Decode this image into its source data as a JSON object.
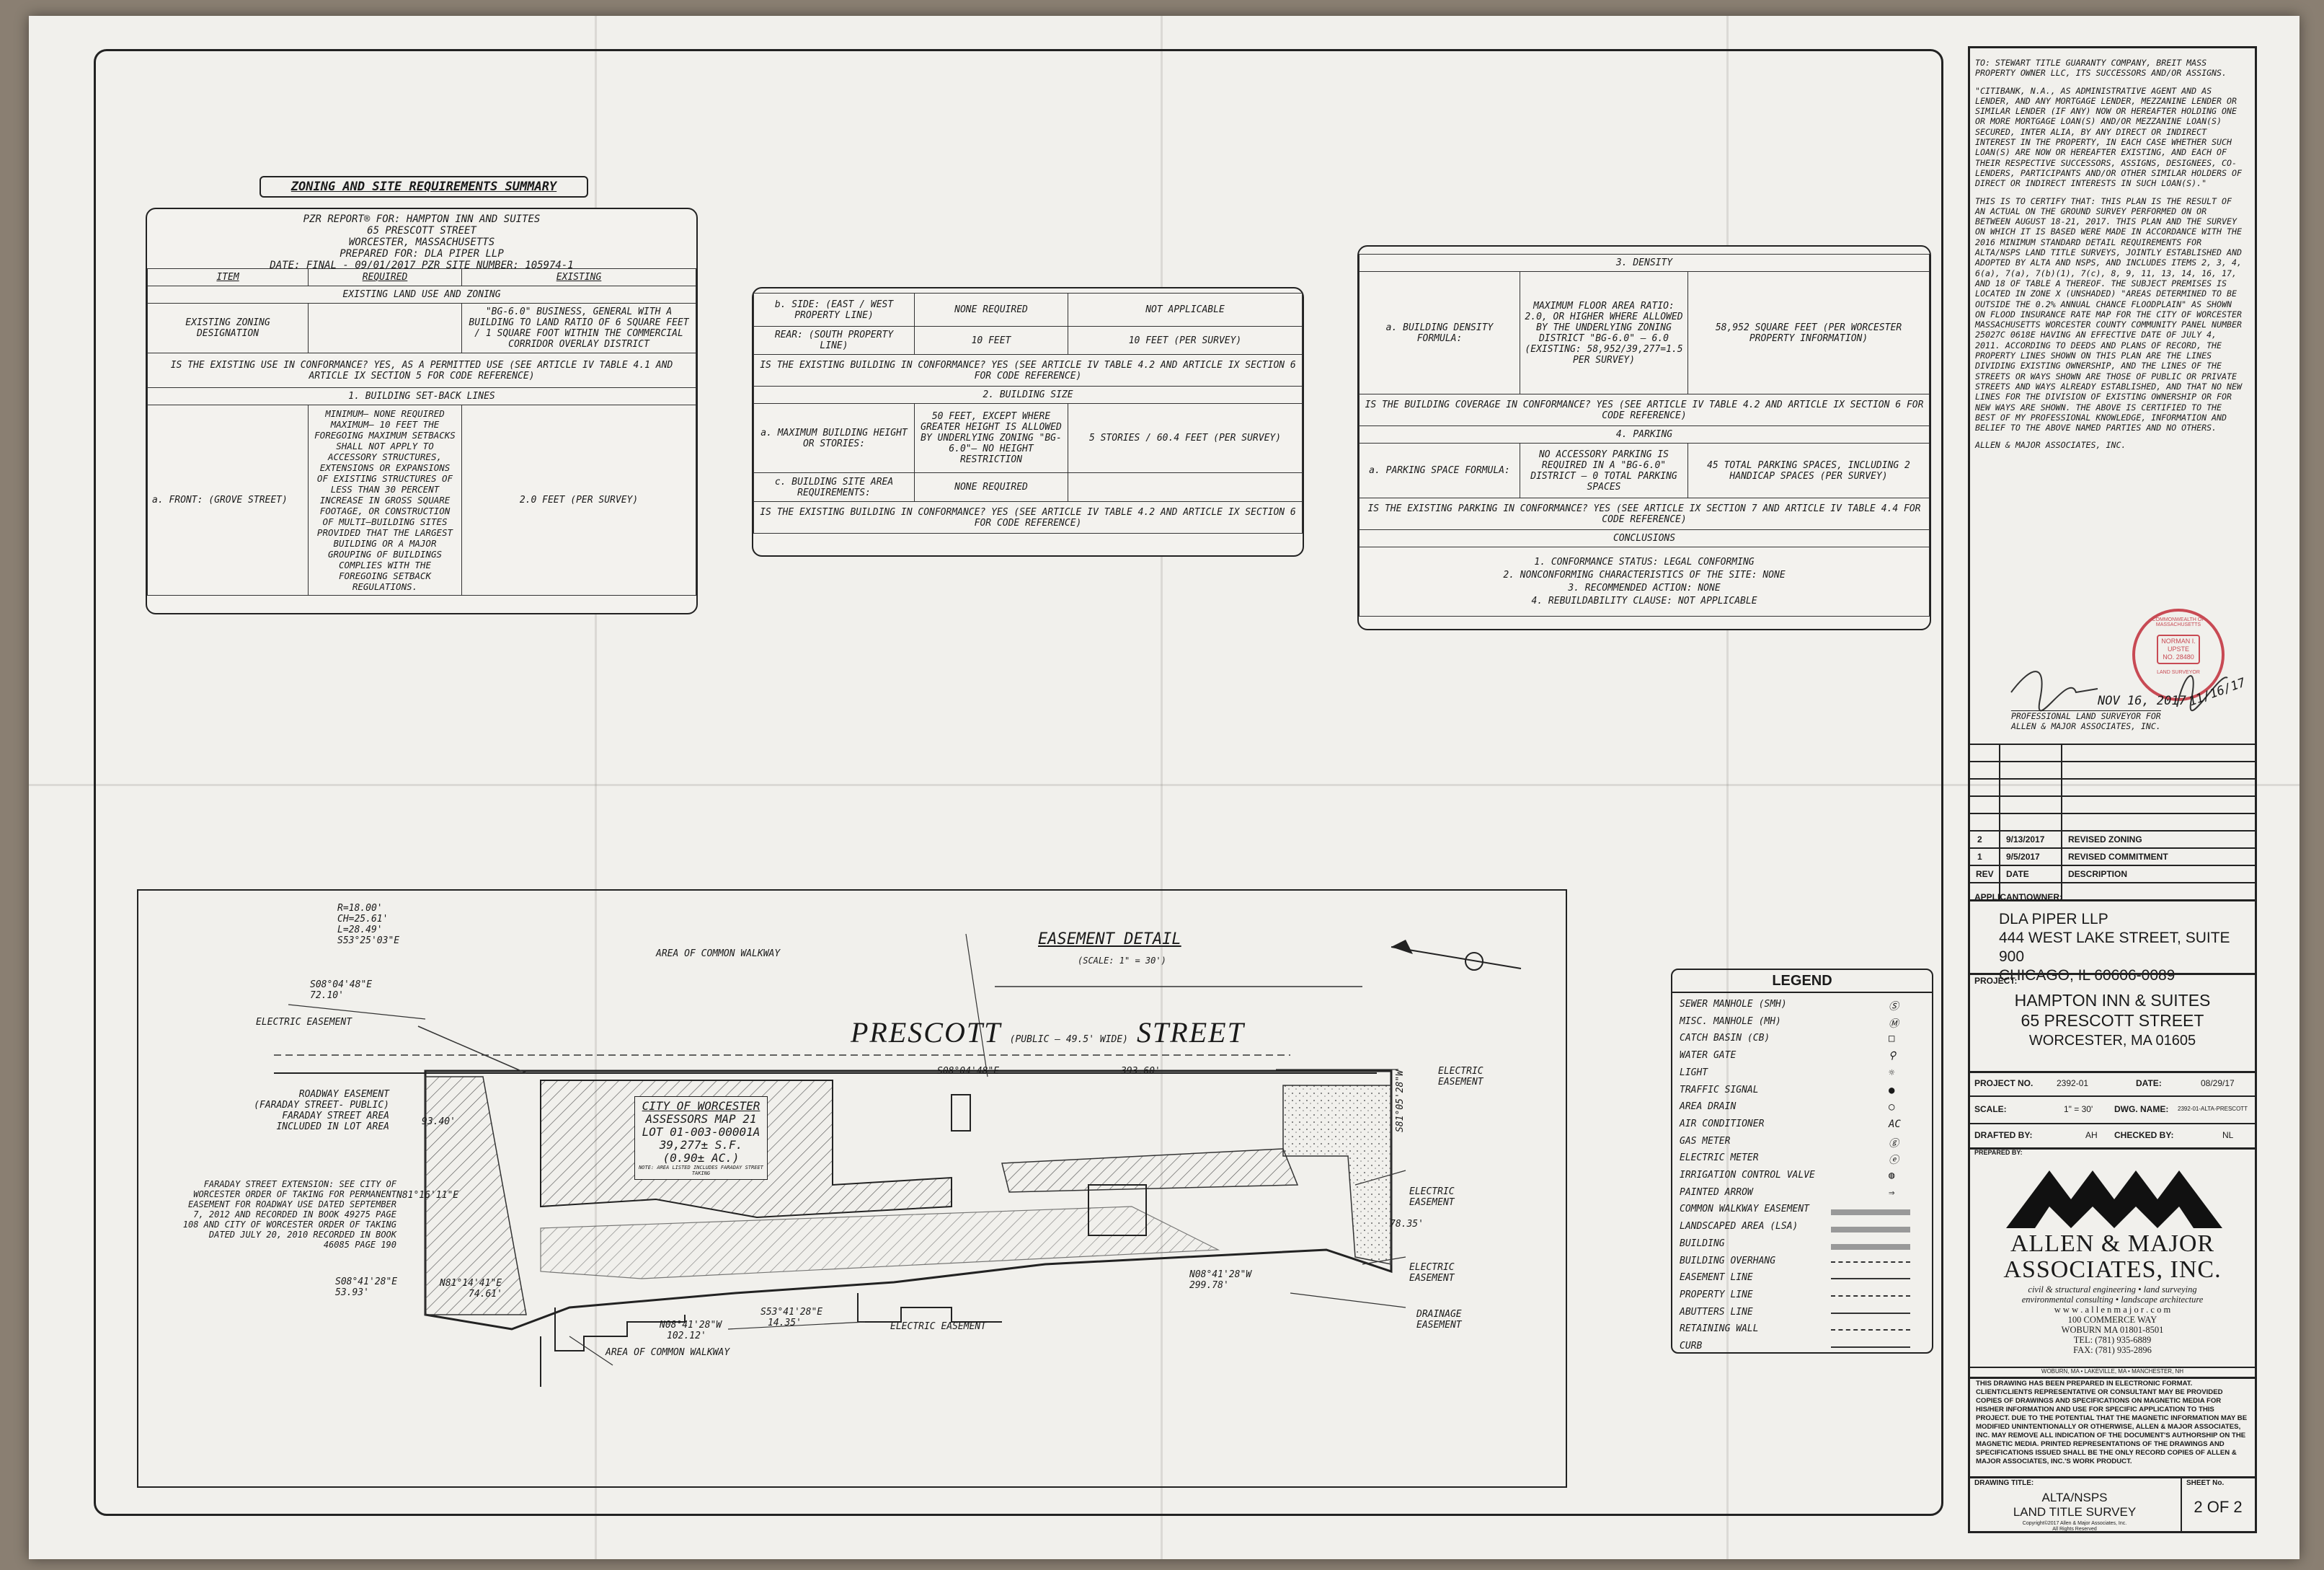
{
  "zoning": {
    "title": "ZONING AND SITE REQUIREMENTS SUMMARY",
    "report_lines": [
      "PZR REPORT® FOR: HAMPTON INN AND SUITES",
      "65 PRESCOTT STREET",
      "WORCESTER, MASSACHUSETTS",
      "PREPARED FOR: DLA PIPER LLP",
      "DATE: FINAL - 09/01/2017 PZR SITE NUMBER: 105974-1"
    ],
    "col_item": "ITEM",
    "col_required": "REQUIRED",
    "col_existing": "EXISTING",
    "sec_land_use": "EXISTING LAND USE AND ZONING",
    "zoning_designation_label": "EXISTING ZONING DESIGNATION",
    "zoning_designation_value": "\"BG-6.0\" BUSINESS, GENERAL WITH A BUILDING TO LAND RATIO OF 6 SQUARE FEET / 1 SQUARE FOOT WITHIN THE COMMERCIAL CORRIDOR OVERLAY DISTRICT",
    "conformance_use": "IS THE EXISTING USE IN CONFORMANCE? YES, AS A PERMITTED USE (SEE ARTICLE IV TABLE 4.1 AND ARTICLE IX SECTION 5 FOR CODE REFERENCE)",
    "sec_setback": "1. BUILDING SET-BACK LINES",
    "front_label": "a. FRONT: (GROVE STREET)",
    "front_required": "MINIMUM– NONE REQUIRED MAXIMUM– 10 FEET THE FOREGOING MAXIMUM SETBACKS SHALL NOT APPLY TO ACCESSORY STRUCTURES, EXTENSIONS OR EXPANSIONS OF EXISTING STRUCTURES OF LESS THAN 30 PERCENT INCREASE IN GROSS SQUARE FOOTAGE, OR CONSTRUCTION OF MULTI–BUILDING SITES PROVIDED THAT THE LARGEST BUILDING OR A MAJOR GROUPING OF BUILDINGS COMPLIES WITH THE FOREGOING SETBACK REGULATIONS.",
    "front_existing": "2.0 FEET (PER SURVEY)",
    "side_label": "b. SIDE: (EAST / WEST PROPERTY LINE)",
    "side_required": "NONE REQUIRED",
    "side_existing": "NOT APPLICABLE",
    "rear_label": "REAR: (SOUTH PROPERTY LINE)",
    "rear_required": "10 FEET",
    "rear_existing": "10 FEET (PER SURVEY)",
    "conformance_building": "IS THE EXISTING BUILDING IN CONFORMANCE? YES (SEE ARTICLE IV TABLE 4.2 AND ARTICLE IX SECTION 6 FOR CODE REFERENCE)",
    "sec_size": "2. BUILDING SIZE",
    "height_label": "a. MAXIMUM BUILDING HEIGHT OR STORIES:",
    "height_required": "50 FEET, EXCEPT WHERE GREATER HEIGHT IS ALLOWED BY UNDERLYING ZONING \"BG-6.0\"– NO HEIGHT RESTRICTION",
    "height_existing": "5 STORIES / 60.4 FEET (PER SURVEY)",
    "site_area_label": "c. BUILDING SITE AREA REQUIREMENTS:",
    "site_area_required": "NONE REQUIRED",
    "conformance_building2": "IS THE EXISTING BUILDING IN CONFORMANCE? YES (SEE ARTICLE IV TABLE 4.2 AND ARTICLE IX SECTION 6 FOR CODE REFERENCE)",
    "sec_density": "3. DENSITY",
    "density_label": "a. BUILDING DENSITY FORMULA:",
    "density_required": "MAXIMUM FLOOR AREA RATIO: 2.0, OR HIGHER WHERE ALLOWED BY THE UNDERLYING ZONING DISTRICT \"BG-6.0\" – 6.0 (EXISTING: 58,952/39,277=1.5 PER SURVEY)",
    "density_existing": "58,952 SQUARE FEET (PER WORCESTER PROPERTY INFORMATION)",
    "conformance_coverage": "IS THE BUILDING COVERAGE IN CONFORMANCE? YES (SEE ARTICLE IV TABLE 4.2 AND ARTICLE IX SECTION 6 FOR CODE REFERENCE)",
    "sec_parking": "4. PARKING",
    "parking_label": "a. PARKING SPACE FORMULA:",
    "parking_required": "NO ACCESSORY PARKING IS REQUIRED IN A \"BG-6.0\" DISTRICT – 0 TOTAL PARKING SPACES",
    "parking_existing": "45 TOTAL PARKING SPACES, INCLUDING 2 HANDICAP SPACES (PER SURVEY)",
    "conformance_parking": "IS THE EXISTING PARKING IN CONFORMANCE? YES (SEE ARTICLE IX SECTION 7 AND ARTICLE IV TABLE 4.4 FOR CODE REFERENCE)",
    "sec_conclusions": "CONCLUSIONS",
    "conclusions": [
      "1. CONFORMANCE STATUS: LEGAL CONFORMING",
      "2. NONCONFORMING CHARACTERISTICS OF THE SITE: NONE",
      "3. RECOMMENDED ACTION: NONE",
      "4. REBUILDABILITY CLAUSE: NOT APPLICABLE"
    ]
  },
  "certification": {
    "paragraphs": [
      "TO: STEWART TITLE GUARANTY COMPANY, BREIT MASS PROPERTY OWNER LLC, ITS SUCCESSORS AND/OR ASSIGNS.",
      "\"CITIBANK, N.A., AS ADMINISTRATIVE AGENT AND AS LENDER, AND ANY MORTGAGE LENDER, MEZZANINE LENDER OR SIMILAR LENDER (IF ANY) NOW OR HEREAFTER HOLDING ONE OR MORE MORTGAGE LOAN(S) AND/OR MEZZANINE LOAN(S) SECURED, INTER ALIA, BY ANY DIRECT OR INDIRECT INTEREST IN THE PROPERTY, IN EACH CASE WHETHER SUCH LOAN(S) ARE NOW OR HEREAFTER EXISTING, AND EACH OF THEIR RESPECTIVE SUCCESSORS, ASSIGNS, DESIGNEES, CO-LENDERS, PARTICIPANTS AND/OR OTHER SIMILAR HOLDERS OF DIRECT OR INDIRECT INTERESTS IN SUCH LOAN(S).\"",
      "THIS IS TO CERTIFY THAT: THIS PLAN IS THE RESULT OF AN ACTUAL ON THE GROUND SURVEY PERFORMED ON OR BETWEEN AUGUST 18-21, 2017. THIS PLAN AND THE SURVEY ON WHICH IT IS BASED WERE MADE IN ACCORDANCE WITH THE 2016 MINIMUM STANDARD DETAIL REQUIREMENTS FOR ALTA/NSPS LAND TITLE SURVEYS, JOINTLY ESTABLISHED AND ADOPTED BY ALTA AND NSPS, AND INCLUDES ITEMS 2, 3, 4, 6(a), 7(a), 7(b)(1), 7(c), 8, 9, 11, 13, 14, 16, 17, AND 18 OF TABLE A THEREOF. THE SUBJECT PREMISES IS LOCATED IN ZONE X (UNSHADED) \"AREAS DETERMINED TO BE OUTSIDE THE 0.2% ANNUAL CHANCE FLOODPLAIN\" AS SHOWN ON FLOOD INSURANCE RATE MAP FOR THE CITY OF WORCESTER MASSACHUSETTS WORCESTER COUNTY COMMUNITY PANEL NUMBER 25027C 0618E HAVING AN EFFECTIVE DATE OF JULY 4, 2011. ACCORDING TO DEEDS AND PLANS OF RECORD, THE PROPERTY LINES SHOWN ON THIS PLAN ARE THE LINES DIVIDING EXISTING OWNERSHIP, AND THE LINES OF THE STREETS OR WAYS SHOWN ARE THOSE OF PUBLIC OR PRIVATE STREETS AND WAYS ALREADY ESTABLISHED, AND THAT NO NEW LINES FOR THE DIVISION OF EXISTING OWNERSHIP OR FOR NEW WAYS ARE SHOWN. THE ABOVE IS CERTIFIED TO THE BEST OF MY PROFESSIONAL KNOWLEDGE, INFORMATION AND BELIEF TO THE ABOVE NAMED PARTIES AND NO OTHERS.",
      "ALLEN & MAJOR ASSOCIATES, INC."
    ],
    "seal_lines": [
      "COMMONWEALTH OF MASSACHUSETTS",
      "NORMAN I.",
      "UPSTE",
      "NO. 28480",
      "LAND SURVEYOR"
    ],
    "signature_date": "NOV 16, 2017",
    "signature_date2": "11/16/17",
    "surveyor_line1": "PROFESSIONAL LAND SURVEYOR FOR",
    "surveyor_line2": "ALLEN & MAJOR ASSOCIATES, INC."
  },
  "revisions": {
    "rows": [
      {
        "rev": "2",
        "date": "9/13/2017",
        "desc": "REVISED ZONING"
      },
      {
        "rev": "1",
        "date": "9/5/2017",
        "desc": "REVISED COMMITMENT"
      }
    ],
    "h_rev": "REV",
    "h_date": "DATE",
    "h_desc": "DESCRIPTION"
  },
  "titleblock": {
    "applicant_label": "APPLICANT\\OWNER:",
    "applicant_lines": [
      "DLA PIPER LLP",
      "444 WEST LAKE STREET, SUITE 900",
      "CHICAGO, IL 60606-0089"
    ],
    "project_label": "PROJECT:",
    "project_lines": [
      "HAMPTON INN & SUITES",
      "65 PRESCOTT STREET",
      "WORCESTER, MA 01605"
    ],
    "project_no_label": "PROJECT NO.",
    "project_no": "2392-01",
    "date_label": "DATE:",
    "date": "08/29/17",
    "scale_label": "SCALE:",
    "scale": "1\" = 30'",
    "dwg_label": "DWG. NAME:",
    "dwg": "2392-01-ALTA-PRESCOTT",
    "drafted_label": "DRAFTED BY:",
    "drafted": "AH",
    "checked_label": "CHECKED BY:",
    "checked": "NL",
    "prepared_label": "PREPARED BY:",
    "firm_line1": "ALLEN & MAJOR",
    "firm_line2": "ASSOCIATES, INC.",
    "firm_services1": "civil & structural engineering • land surveying",
    "firm_services2": "environmental consulting • landscape architecture",
    "firm_web": "w w w . a l l e n m a j o r . c o m",
    "firm_address": [
      "100 COMMERCE WAY",
      "WOBURN MA 01801-8501",
      "TEL: (781) 935-6889",
      "FAX: (781) 935-2896"
    ],
    "offices": "WOBURN, MA  •  LAKEVILLE, MA  •  MANCHESTER, NH",
    "disclaimer": "THIS DRAWING HAS BEEN PREPARED IN ELECTRONIC FORMAT. CLIENT/CLIENTS REPRESENTATIVE OR CONSULTANT MAY BE PROVIDED COPIES OF DRAWINGS AND SPECIFICATIONS ON MAGNETIC MEDIA FOR HIS/HER INFORMATION AND USE FOR SPECIFIC APPLICATION TO THIS PROJECT. DUE TO THE POTENTIAL THAT THE MAGNETIC INFORMATION MAY BE MODIFIED UNINTENTIONALLY OR OTHERWISE, ALLEN & MAJOR ASSOCIATES, INC. MAY REMOVE ALL INDICATION OF THE DOCUMENT'S AUTHORSHIP ON THE MAGNETIC MEDIA. PRINTED REPRESENTATIONS OF THE DRAWINGS AND SPECIFICATIONS ISSUED SHALL BE THE ONLY RECORD COPIES OF ALLEN & MAJOR ASSOCIATES, INC.'S WORK PRODUCT.",
    "drawing_title_label": "DRAWING TITLE:",
    "drawing_title": [
      "ALTA/NSPS",
      "LAND TITLE SURVEY"
    ],
    "sheet_label": "SHEET No.",
    "sheet": "2 OF 2",
    "copyright": "Copyright©2017 Allen & Major Associates, Inc.",
    "rights": "All Rights Reserved"
  },
  "easement": {
    "title": "EASEMENT DETAIL",
    "scale": "(SCALE: 1\" = 30')",
    "street_name_left": "PRESCOTT",
    "street_note": "(PUBLIC – 49.5' WIDE)",
    "street_name_right": "STREET",
    "curve": [
      "R=18.00'",
      "CH=25.61'",
      "L=28.49'",
      "S53°25'03\"E"
    ],
    "labels": {
      "common_walkway_top": "AREA OF COMMON WALKWAY",
      "electric_left": "ELECTRIC EASEMENT",
      "roadway": "ROADWAY EASEMENT (FARADAY STREET- PUBLIC) FARADAY STREET AREA INCLUDED IN LOT AREA",
      "faraday_note": "FARADAY STREET EXTENSION: SEE CITY OF WORCESTER ORDER OF TAKING FOR PERMANENT EASEMENT FOR ROADWAY USE DATED SEPTEMBER 7, 2012 AND RECORDED IN BOOK 49275 PAGE 108 AND CITY OF WORCESTER ORDER OF TAKING DATED JULY 20, 2010 RECORDED IN BOOK 46085 PAGE 190",
      "electric_right_top": "ELECTRIC EASEMENT",
      "electric_right_mid": "ELECTRIC EASEMENT",
      "electric_right_low": "ELECTRIC EASEMENT",
      "drainage": "DRAINAGE EASEMENT",
      "electric_bottom": "ELECTRIC EASEMENT",
      "common_walkway_bottom": "AREA OF COMMON WALKWAY"
    },
    "bearings": {
      "b1": "S08°04'48\"E",
      "b1d": "72.10'",
      "b2": "S08°04'48\"E",
      "b2d": "393.60'",
      "b3": "93.40'",
      "b4": "N81°16'11\"E",
      "b5": "S08°41'28\"E",
      "b5d": "53.93'",
      "b6": "N81°14'41\"E",
      "b6d": "74.61'",
      "b7": "N08°41'28\"W",
      "b7d": "102.12'",
      "b8": "S53°41'28\"E",
      "b8d": "14.35'",
      "b9": "N08°41'28\"W",
      "b9d": "299.78'",
      "b10": "S81°05'28\"W",
      "b10d": "78.35'"
    },
    "lot_lines": [
      "CITY OF WORCESTER",
      "ASSESSORS MAP 21",
      "LOT 01-003-00001A",
      "39,277± S.F.",
      "(0.90± AC.)"
    ],
    "lot_note": "NOTE: AREA LISTED INCLUDES FARADAY STREET TAKING"
  },
  "legend": {
    "title": "LEGEND",
    "items": [
      {
        "label": "SEWER MANHOLE (SMH)",
        "sym": "Ⓢ"
      },
      {
        "label": "MISC. MANHOLE (MH)",
        "sym": "Ⓜ"
      },
      {
        "label": "CATCH BASIN (CB)",
        "sym": "□"
      },
      {
        "label": "WATER GATE",
        "sym": "⚲"
      },
      {
        "label": "LIGHT",
        "sym": "☼"
      },
      {
        "label": "TRAFFIC SIGNAL",
        "sym": "●"
      },
      {
        "label": "AREA DRAIN",
        "sym": "○"
      },
      {
        "label": "AIR CONDITIONER",
        "sym": "AC"
      },
      {
        "label": "GAS METER",
        "sym": "ⓖ"
      },
      {
        "label": "ELECTRIC METER",
        "sym": "ⓔ"
      },
      {
        "label": "IRRIGATION CONTROL VALVE",
        "sym": "◍"
      },
      {
        "label": "PAINTED ARROW",
        "sym": "⇒"
      },
      {
        "label": "COMMON WALKWAY EASEMENT",
        "sym": ""
      },
      {
        "label": "LANDSCAPED AREA (LSA)",
        "sym": ""
      },
      {
        "label": "BUILDING",
        "sym": ""
      },
      {
        "label": "BUILDING OVERHANG",
        "sym": ""
      },
      {
        "label": "EASEMENT LINE",
        "sym": ""
      },
      {
        "label": "PROPERTY LINE",
        "sym": ""
      },
      {
        "label": "ABUTTERS LINE",
        "sym": ""
      },
      {
        "label": "RETAINING WALL",
        "sym": ""
      },
      {
        "label": "CURB",
        "sym": ""
      }
    ]
  }
}
